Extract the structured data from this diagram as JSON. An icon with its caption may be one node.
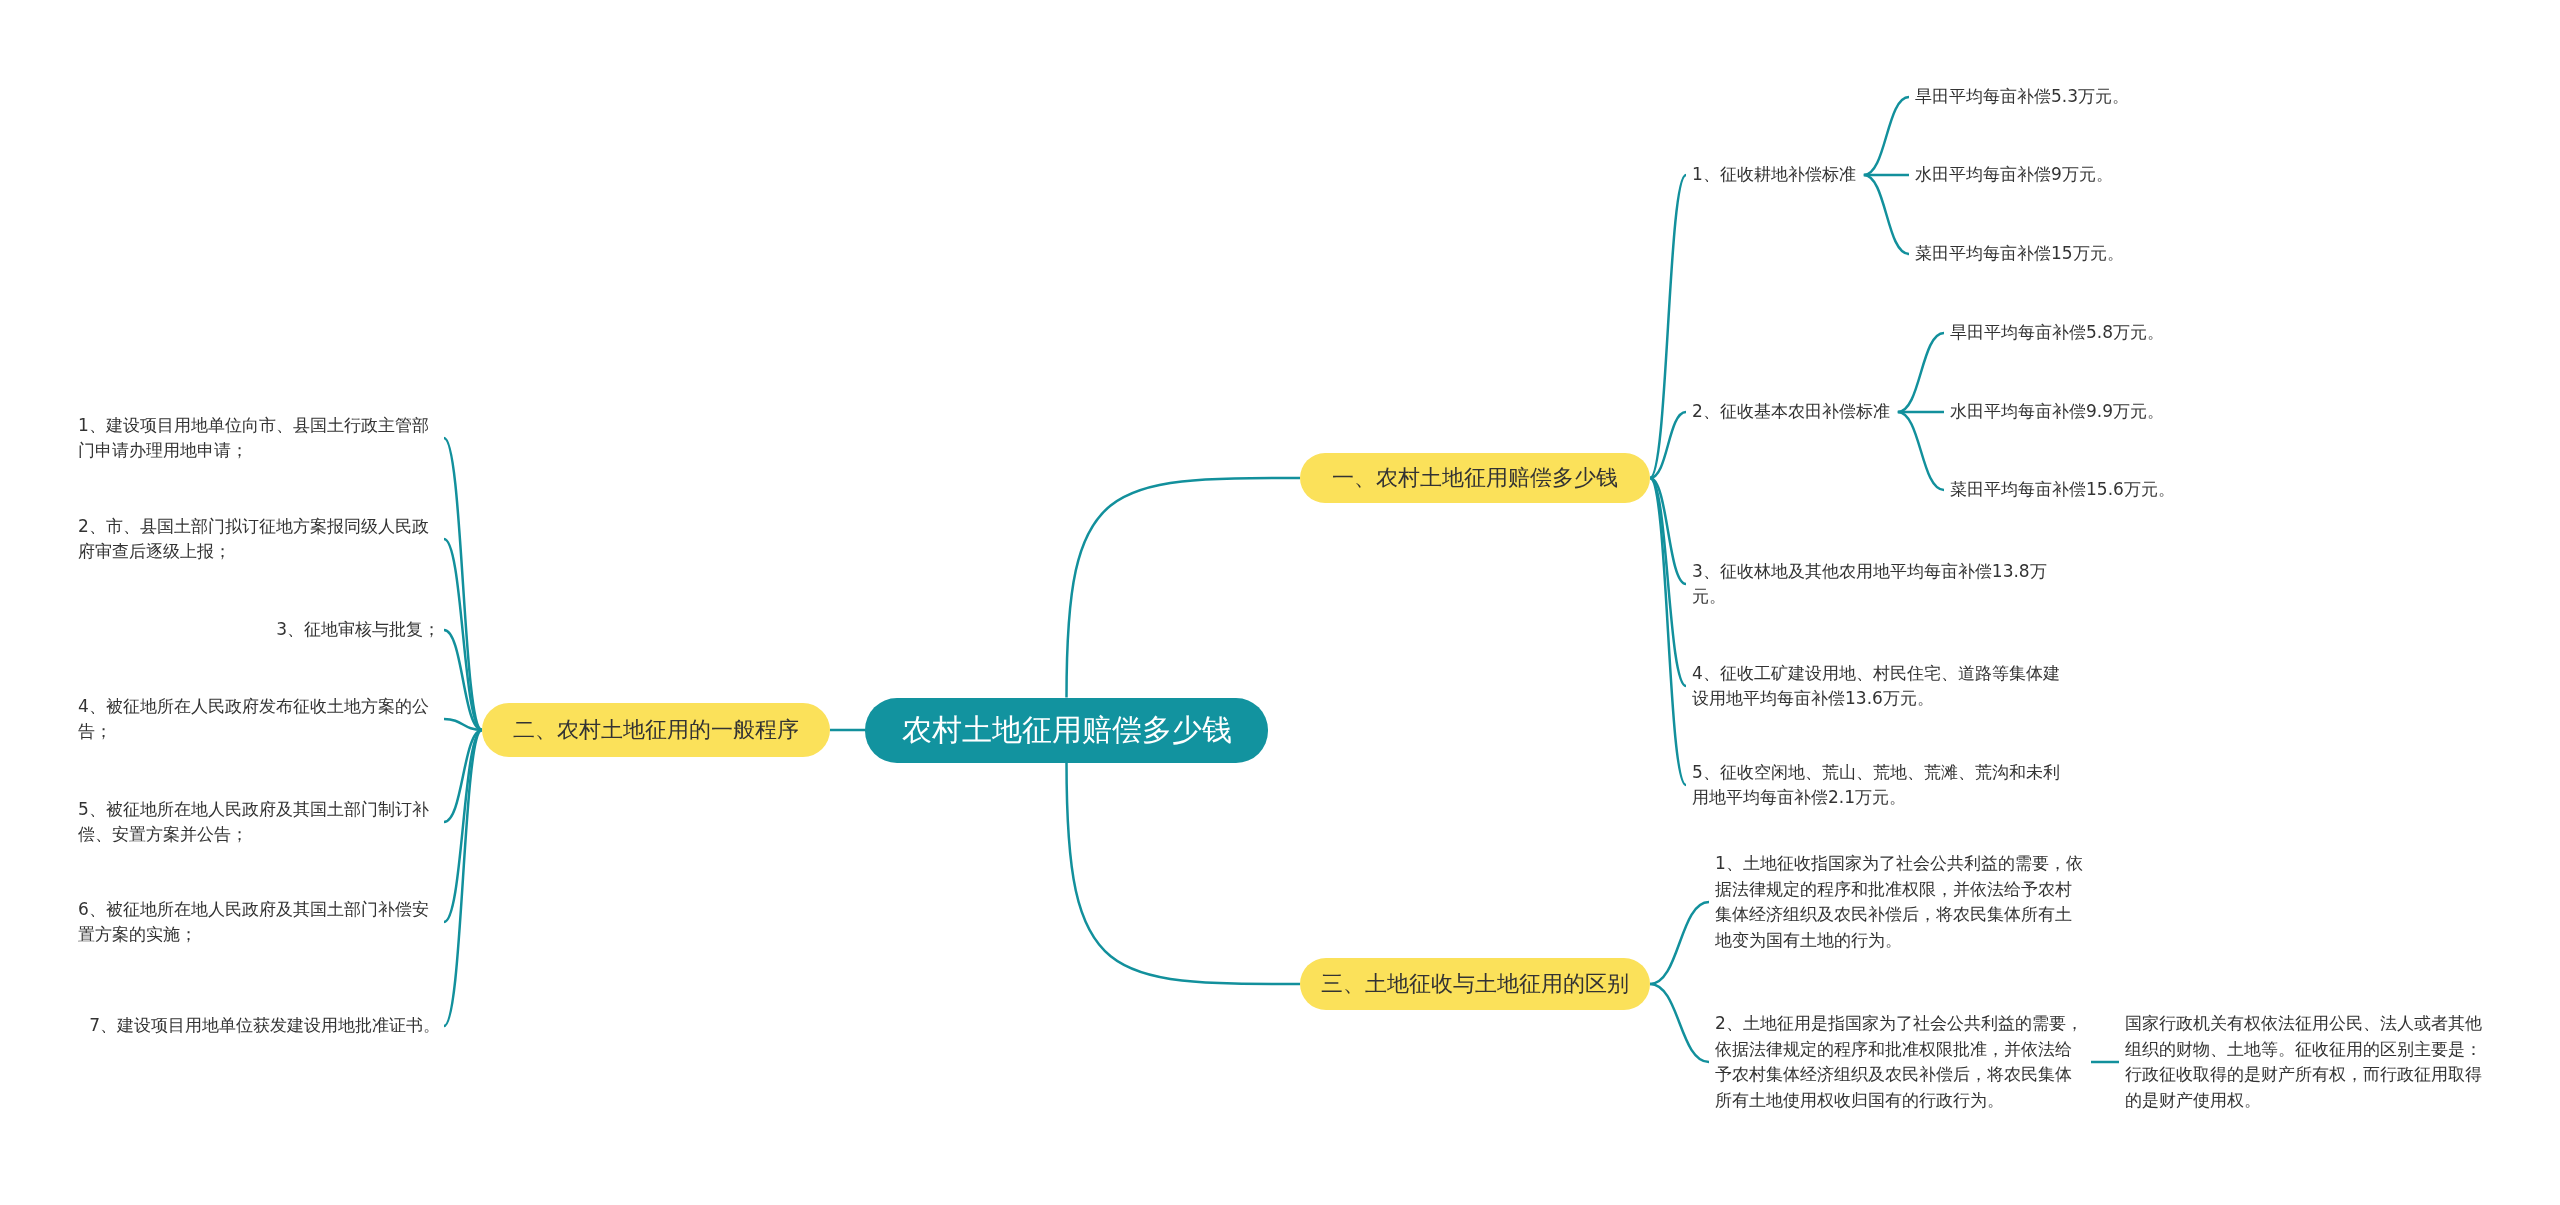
{
  "diagram": {
    "nodes": [
      {
        "text": [
          "农村土地征用赔偿多少钱"
        ]
      },
      {
        "text": [
          "一、农村土地征用赔偿多少钱"
        ]
      },
      {
        "text": [
          "1、征收耕地补偿标准"
        ]
      },
      {
        "text": [
          "旱田平均每亩补偿5.3万元。"
        ]
      },
      {
        "text": [
          "水田平均每亩补偿9万元。"
        ]
      },
      {
        "text": [
          "菜田平均每亩补偿15万元。"
        ]
      },
      {
        "text": [
          "2、征收基本农田补偿标准"
        ]
      },
      {
        "text": [
          "旱田平均每亩补偿5.8万元。"
        ]
      },
      {
        "text": [
          "水田平均每亩补偿9.9万元。"
        ]
      },
      {
        "text": [
          "菜田平均每亩补偿15.6万元。"
        ]
      },
      {
        "text": [
          "3、征收林地及其他农用地平均每亩补偿13.8万元。"
        ]
      },
      {
        "text": [
          "4、征收工矿建设用地、村民住宅、道路等集体建设用地平均每亩补偿13.6万元。"
        ]
      },
      {
        "text": [
          "5、征收空闲地、荒山、荒地、荒滩、荒沟和未利用地平均每亩补偿2.1万元。"
        ]
      },
      {
        "text": [
          "二、农村土地征用的一般程序"
        ]
      },
      {
        "text": [
          "1、建设项目用地单位向市、县国土行政主管部门申请办理用地申请；"
        ]
      },
      {
        "text": [
          "2、市、县国土部门拟订征地方案报同级人民政府审查后逐级上报；"
        ]
      },
      {
        "text": [
          "3、征地审核与批复；"
        ]
      },
      {
        "text": [
          "4、被征地所在人民政府发布征收土地方案的公告；"
        ]
      },
      {
        "text": [
          "5、被征地所在地人民政府及其国土部门制订补偿、安置方案并公告；"
        ]
      },
      {
        "text": [
          "6、被征地所在地人民政府及其国土部门补偿安置方案的实施；"
        ]
      },
      {
        "text": [
          "7、建设项目用地单位获发建设用地批准证书。"
        ]
      },
      {
        "text": [
          "三、土地征收与土地征用的区别"
        ]
      },
      {
        "text": [
          "1、土地征收指国家为了社会公共利益的需要，依据法律规定的程序和批准权限，并依法给予农村集体经济组织及农民补偿后，将农民集体所有土地变为国有土地的行为。"
        ]
      },
      {
        "text": [
          "2、土地征用是指国家为了社会公共利益的需要，依据法律规定的程序和批准权限批准，并依法给予农村集体经济组织及农民补偿后，将农民集体所有土地使用权收归国有的行政行为。"
        ]
      },
      {
        "text": [
          "国家行政机关有权依法征用公民、法人或者其他组织的财物、土地等。征收征用的区别主要是：行政征收取得的是财产所有权，而行政征用取得的是财产使用权。"
        ]
      }
    ],
    "edges": [
      {
        "from": 0,
        "to": 1,
        "arrow": "none"
      },
      {
        "from": 1,
        "to": 2,
        "arrow": "none"
      },
      {
        "from": 2,
        "to": 3,
        "arrow": "none"
      },
      {
        "from": 2,
        "to": 4,
        "arrow": "none"
      },
      {
        "from": 2,
        "to": 5,
        "arrow": "none"
      },
      {
        "from": 1,
        "to": 6,
        "arrow": "none"
      },
      {
        "from": 6,
        "to": 7,
        "arrow": "none"
      },
      {
        "from": 6,
        "to": 8,
        "arrow": "none"
      },
      {
        "from": 6,
        "to": 9,
        "arrow": "none"
      },
      {
        "from": 1,
        "to": 10,
        "arrow": "none"
      },
      {
        "from": 1,
        "to": 11,
        "arrow": "none"
      },
      {
        "from": 1,
        "to": 12,
        "arrow": "none"
      },
      {
        "from": 0,
        "to": 13,
        "arrow": "none"
      },
      {
        "from": 13,
        "to": 14,
        "arrow": "none"
      },
      {
        "from": 13,
        "to": 15,
        "arrow": "none"
      },
      {
        "from": 13,
        "to": 16,
        "arrow": "none"
      },
      {
        "from": 13,
        "to": 17,
        "arrow": "none"
      },
      {
        "from": 13,
        "to": 18,
        "arrow": "none"
      },
      {
        "from": 13,
        "to": 19,
        "arrow": "none"
      },
      {
        "from": 13,
        "to": 20,
        "arrow": "none"
      },
      {
        "from": 0,
        "to": 21,
        "arrow": "none"
      },
      {
        "from": 21,
        "to": 22,
        "arrow": "none"
      },
      {
        "from": 21,
        "to": 23,
        "arrow": "none"
      },
      {
        "from": 23,
        "to": 24,
        "arrow": "none"
      }
    ]
  }
}
